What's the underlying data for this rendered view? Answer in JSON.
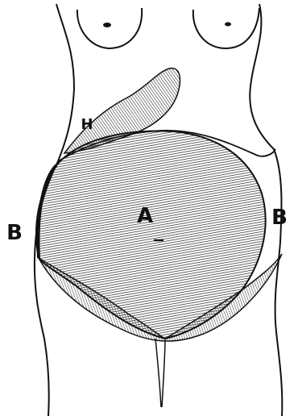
{
  "figure": {
    "colors": {
      "ink": "#111111",
      "paper": "#ffffff",
      "hatch": "#222222"
    },
    "labels": {
      "organ": "A",
      "left_flank": "B",
      "right_flank": "B",
      "liver": "H"
    }
  }
}
